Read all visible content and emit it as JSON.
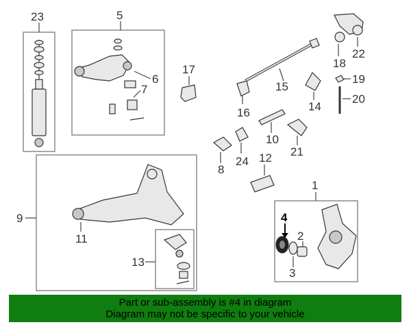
{
  "callouts": {
    "c1": "1",
    "c2": "2",
    "c3": "3",
    "c4": "4",
    "c5": "5",
    "c6": "6",
    "c7": "7",
    "c8": "8",
    "c9": "9",
    "c10": "10",
    "c11": "11",
    "c12": "12",
    "c13": "13",
    "c14": "14",
    "c15": "15",
    "c16": "16",
    "c17": "17",
    "c18": "18",
    "c19": "19",
    "c20": "20",
    "c21": "21",
    "c22": "22",
    "c23": "23",
    "c24": "24"
  },
  "highlight_callout": "4",
  "banner": {
    "line1": "Part or sub-assembly is #4 in diagram",
    "line2": "Diagram may not be specific to your vehicle",
    "color": "#0f7d0f"
  }
}
